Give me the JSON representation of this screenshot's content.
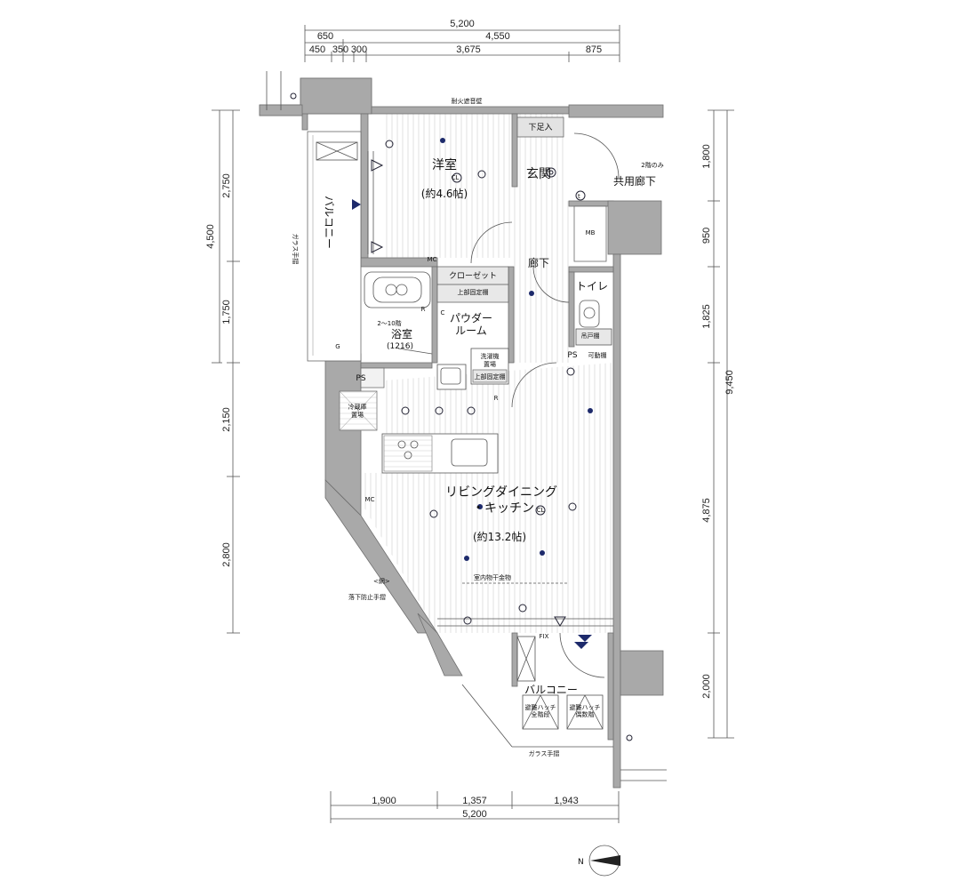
{
  "dimensions": {
    "top": {
      "row1": [
        "5,200"
      ],
      "row2": [
        "650",
        "4,550"
      ],
      "row3": [
        "450",
        "350",
        "300",
        "3,675",
        "875"
      ]
    },
    "bottom": {
      "row1": [
        "1,900",
        "1,357",
        "1,943"
      ],
      "row2": [
        "5,200"
      ]
    },
    "left": {
      "outer": [
        "4,500"
      ],
      "inner": [
        "2,750",
        "1,750",
        "2,150",
        "2,800"
      ]
    },
    "right": {
      "inner": [
        "1,800",
        "950",
        "1,825",
        "4,875",
        "2,000"
      ],
      "outer": [
        "9,450"
      ]
    }
  },
  "rooms": {
    "western_room": "洋室",
    "western_room_size": "(約4.6帖)",
    "entrance": "玄関",
    "shoe_box": "下足入",
    "common_corridor": "共用廊下",
    "common_note": "2階のみ",
    "mb": "MB",
    "hallway": "廊下",
    "toilet": "トイレ",
    "closet": "クローゼット",
    "closet_shelf": "上部固定棚",
    "powder_room_1": "パウダー",
    "powder_room_2": "ルーム",
    "bath_range": "2〜10階",
    "bath": "浴室",
    "bath_size": "(1216)",
    "washer_1": "洗濯機",
    "washer_2": "置場",
    "washer_shelf": "上部固定棚",
    "ps_1": "PS",
    "ps_2": "PS",
    "movable_shelf": "可動棚",
    "fridge_1": "冷蔵庫",
    "fridge_2": "置場",
    "ldk_1": "リビングダイニング",
    "ldk_2": "・キッチン",
    "ldk_size": "(約13.2帖)",
    "indoor_dryer": "室内物干金物",
    "fix": "FIX",
    "balcony_left": "バルコニー",
    "balcony_bottom": "バルコニー",
    "glass_rail_left": "ガラス手摺",
    "glass_rail_bottom": "ガラス手摺",
    "fall_rail": "落下防止手摺",
    "net": "<網>",
    "fireproof_wall": "耐火遮音壁",
    "hatch_1a": "避難ハッチ",
    "hatch_1b": "全階段",
    "hatch_2a": "避難ハッチ",
    "hatch_2b": "偶数階",
    "mc_1": "MC",
    "mc_2": "MC",
    "c_mark": "C",
    "g_mark": "G",
    "r_mark_1": "R",
    "r_mark_2": "R",
    "cl_1": "CL",
    "cl_2": "CL",
    "toilet_shelf": "吊戸棚"
  },
  "compass": {
    "label": "N"
  }
}
